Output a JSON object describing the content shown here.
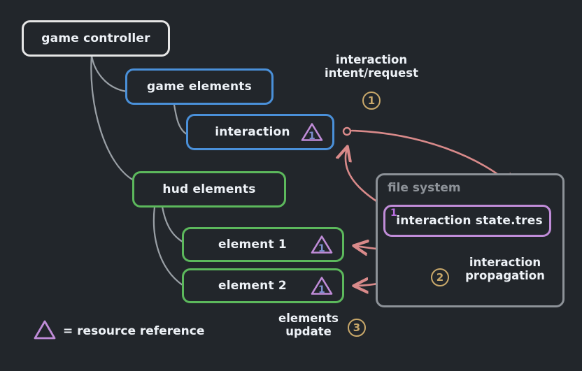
{
  "diagram": {
    "background_color": "#22262b",
    "nodes": [
      {
        "id": "game-controller",
        "label": "game controller",
        "border_color": "#e6e6e6",
        "badge": null
      },
      {
        "id": "game-elements",
        "label": "game elements",
        "border_color": "#4a90d9",
        "badge": null
      },
      {
        "id": "interaction",
        "label": "interaction",
        "border_color": "#4a90d9",
        "badge": "1"
      },
      {
        "id": "hud-elements",
        "label": "hud elements",
        "border_color": "#5cb85c",
        "badge": null
      },
      {
        "id": "element-1",
        "label": "element 1",
        "border_color": "#5cb85c",
        "badge": "1"
      },
      {
        "id": "element-2",
        "label": "element 2",
        "border_color": "#5cb85c",
        "badge": "1"
      }
    ],
    "group": {
      "title": "file system",
      "border_color": "#8d9298",
      "file": {
        "label": "interaction state.tres",
        "border_color": "#c08cd8",
        "superscript": "1"
      }
    },
    "annotations": [
      {
        "id": "intent",
        "line1": "interaction",
        "line2": "intent/request",
        "step": "1"
      },
      {
        "id": "propagation",
        "line1": "interaction",
        "line2": "propagation",
        "step": "2"
      },
      {
        "id": "update",
        "line1": "elements",
        "line2": "update",
        "step": "3"
      }
    ],
    "legend": {
      "symbol": "triangle",
      "text": "= resource reference",
      "symbol_color": "#c08cd8"
    },
    "colors": {
      "arrow": "#d98a8a",
      "connector": "#9aa0a6",
      "step": "#c9a86a",
      "text": "#eef2f7"
    }
  }
}
